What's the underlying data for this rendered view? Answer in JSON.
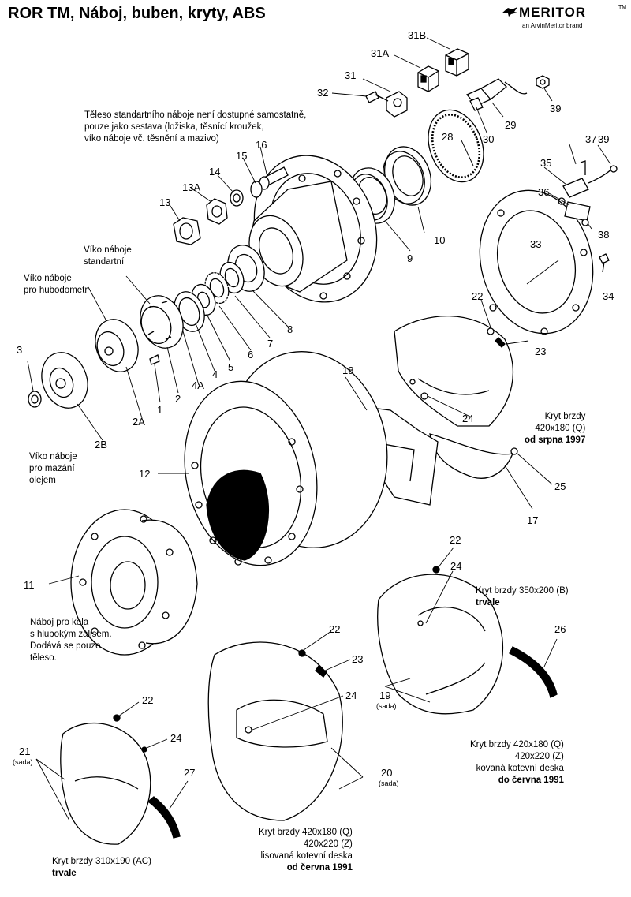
{
  "title": "ROR TM, Náboj, buben, kryty, ABS",
  "logo": {
    "wordmark": "MERITOR",
    "tm": "TM",
    "subline": "an ArvinMeritor brand",
    "icon": "meritor-bird-icon"
  },
  "notes": {
    "hub_note": [
      "Těleso standartního náboje není dostupné samostatně,",
      "pouze jako sestava (ložiska, těsnící kroužek,",
      "víko náboje vč. těsnění a mazivo)"
    ],
    "cap_standard": [
      "Víko náboje",
      "standartní"
    ],
    "cap_hubodometer": [
      "Víko náboje",
      "pro hubodometr"
    ],
    "cap_oil": [
      "Víko náboje",
      "pro mazání",
      "olejem"
    ],
    "deep_hub": [
      "Náboj pro kola",
      "s hlubokým zálisem.",
      "Dodává se pouze",
      "těleso."
    ],
    "cover_1997": [
      "Kryt brzdy",
      "420x180 (Q)",
      "od srpna 1997"
    ],
    "cover_350": [
      "Kryt brzdy 350x200 (B)",
      "trvale"
    ],
    "cover_forged": [
      "Kryt brzdy 420x180 (Q)",
      "420x220 (Z)",
      "kovaná kotevní deska",
      "do června 1991"
    ],
    "cover_pressed": [
      "Kryt brzdy 420x180 (Q)",
      "420x220 (Z)",
      "lisovaná kotevní deska",
      "od června 1991"
    ],
    "cover_310": [
      "Kryt brzdy 310x190 (AC)",
      "trvale"
    ]
  },
  "parts": {
    "p1": "1",
    "p2": "2",
    "p2A": "2A",
    "p2B": "2B",
    "p3": "3",
    "p4": "4",
    "p4A": "4A",
    "p5": "5",
    "p6": "6",
    "p7": "7",
    "p8": "8",
    "p9": "9",
    "p10": "10",
    "p11": "11",
    "p12": "12",
    "p13": "13",
    "p13A": "13A",
    "p14": "14",
    "p15": "15",
    "p16": "16",
    "p17": "17",
    "p18": "18",
    "p19": "19",
    "p20": "20",
    "p21": "21",
    "p22a": "22",
    "p22b": "22",
    "p22c": "22",
    "p22d": "22",
    "p23a": "23",
    "p23b": "23",
    "p24a": "24",
    "p24b": "24",
    "p24c": "24",
    "p24d": "24",
    "p25": "25",
    "p26": "26",
    "p27": "27",
    "p28": "28",
    "p29": "29",
    "p30": "30",
    "p31": "31",
    "p31A": "31A",
    "p31B": "31B",
    "p32": "32",
    "p33": "33",
    "p34": "34",
    "p35": "35",
    "p36": "36",
    "p37": "37",
    "p38": "38",
    "p39a": "39",
    "p39b": "39"
  },
  "set_tag": "(sada)"
}
